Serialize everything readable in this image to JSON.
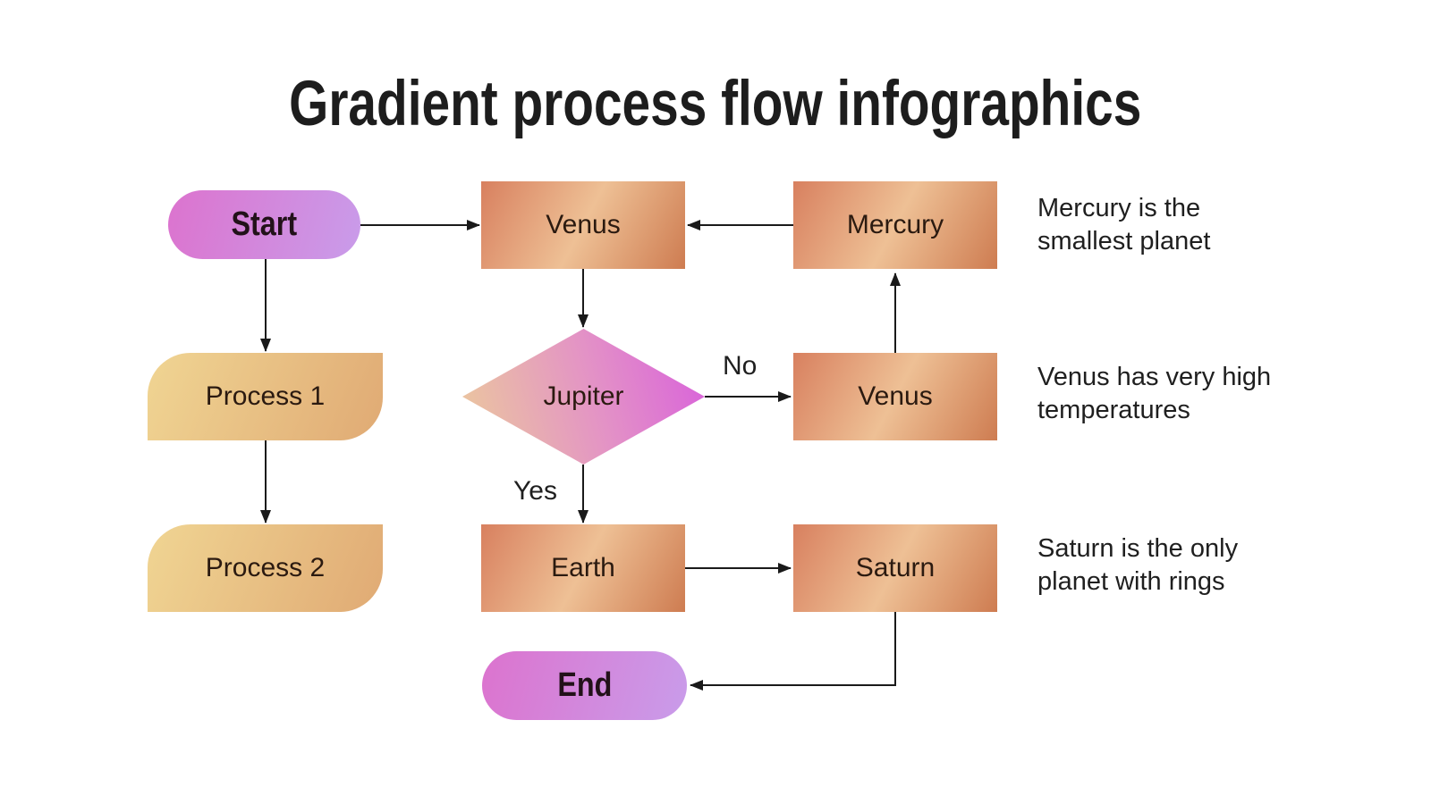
{
  "title": "Gradient process flow infographics",
  "nodes": {
    "start": {
      "label": "Start"
    },
    "process1": {
      "label": "Process 1"
    },
    "process2": {
      "label": "Process 2"
    },
    "venus1": {
      "label": "Venus"
    },
    "mercury": {
      "label": "Mercury"
    },
    "jupiter": {
      "label": "Jupiter"
    },
    "venus2": {
      "label": "Venus"
    },
    "earth": {
      "label": "Earth"
    },
    "saturn": {
      "label": "Saturn"
    },
    "end": {
      "label": "End"
    }
  },
  "edge_labels": {
    "no": "No",
    "yes": "Yes"
  },
  "annotations": {
    "mercury": "Mercury is the\nsmallest planet",
    "venus": "Venus has very high\ntemperatures",
    "saturn": "Saturn is the only\nplanet with rings"
  },
  "colors": {
    "background": "#ffffff",
    "title_text": "#1d1d1d",
    "node_text": "#2b1a10",
    "annotation_text": "#1f1f1f",
    "connector": "#1a1a1a",
    "pill_from": "#dc73ce",
    "pill_to": "#c99cea",
    "box_from": "#d8805f",
    "box_mid": "#eec095",
    "box_to": "#ce7c51",
    "process_from": "#f0d593",
    "process_to": "#e0aa74",
    "diamond_from": "#ecca9c",
    "diamond_mid": "#e392c6",
    "diamond_to": "#da68d8"
  }
}
